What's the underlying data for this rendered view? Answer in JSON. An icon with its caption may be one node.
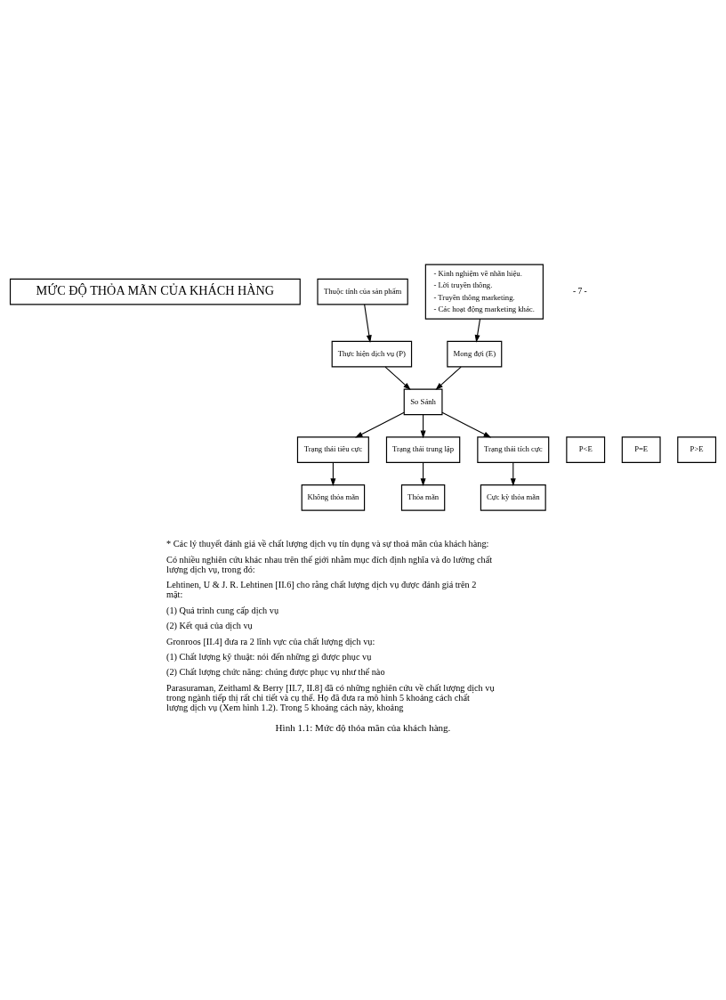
{
  "diagram": {
    "caption": "Hình 1.1: Mức độ thỏa mãn của khách hàng.",
    "nodes": [
      {
        "text": [
          "MỨC ĐỘ THỎA MÃN CỦA KHÁCH HÀNG"
        ]
      },
      {
        "text": [
          "- Kinh nghiệm về nhãn hiệu.",
          "- Lời truyền thông.",
          "- Truyền thông marketing.",
          "- Các hoạt động marketing khác."
        ]
      },
      {
        "text": [
          "Thuộc tính của sản phẩm"
        ]
      },
      {
        "text": [
          "Thực hiện dịch vụ (P)"
        ]
      },
      {
        "text": [
          "Mong đợi (E)"
        ]
      },
      {
        "text": [
          "So Sánh"
        ]
      },
      {
        "text": [
          "P<E"
        ]
      },
      {
        "text": [
          "P=E"
        ]
      },
      {
        "text": [
          "P>E"
        ]
      },
      {
        "text": [
          "Trạng thái tiêu cực"
        ]
      },
      {
        "text": [
          "Trạng thái trung lập"
        ]
      },
      {
        "text": [
          "Trạng thái tích cực"
        ]
      },
      {
        "text": [
          "Không thỏa mãn"
        ]
      },
      {
        "text": [
          "Thỏa mãn"
        ]
      },
      {
        "text": [
          "Cực kỳ thỏa mãn"
        ]
      }
    ],
    "edges": [
      {
        "from": 2,
        "to": 3,
        "arrow": "to"
      },
      {
        "from": 1,
        "to": 4,
        "arrow": "to"
      },
      {
        "from": 3,
        "to": 5,
        "arrow": "to"
      },
      {
        "from": 4,
        "to": 5,
        "arrow": "to"
      },
      {
        "from": 5,
        "to": 9,
        "arrow": "to"
      },
      {
        "from": 5,
        "to": 10,
        "arrow": "to"
      },
      {
        "from": 5,
        "to": 11,
        "arrow": "to"
      },
      {
        "from": 9,
        "to": 12,
        "arrow": "to"
      },
      {
        "from": 10,
        "to": 13,
        "arrow": "to"
      },
      {
        "from": 11,
        "to": 14,
        "arrow": "to"
      }
    ],
    "labels": [
      "- 7 -",
      "* Các lý thuyết đánh giá về chất lượng dịch vụ tín dụng và sự thoả mãn của khách hàng:",
      "Có nhiều nghiên cứu khác nhau trên thế giới nhằm mục đích định nghĩa và đo lường chất lượng dịch vụ, trong đó:",
      "Lehtinen, U & J. R. Lehtinen [II.6] cho rằng chất lượng dịch vụ được đánh giá trên 2 mặt:",
      "(1) Quá trình cung cấp dịch vụ",
      "(2) Kết quả của dịch vụ",
      "Gronroos [II.4] đưa ra 2 lĩnh vực của chất lượng dịch vụ:",
      "(1) Chất lượng kỹ thuật: nói đến những gì được phục vụ",
      "(2) Chất lượng chức năng: chúng được phục vụ như thế nào",
      "Parasuraman, Zeithaml & Berry [II.7, II.8] đã có những nghiên cứu về chất lượng dịch vụ trong ngành tiếp thị rất chi tiết và cụ thể. Họ đã đưa ra mô hình 5 khoảng cách chất lượng dịch vụ (Xem hình 1.2). Trong 5 khoảng cách này, khoảng"
    ]
  }
}
